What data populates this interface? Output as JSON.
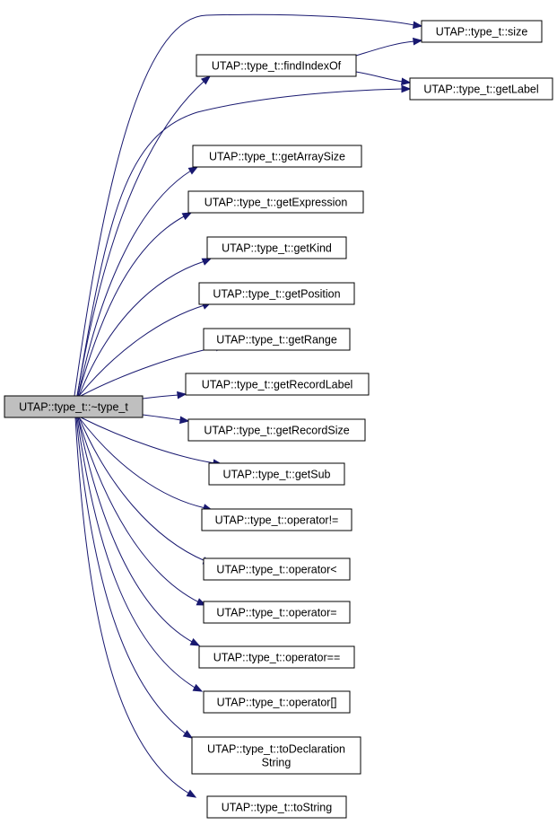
{
  "colors": {
    "root_fill": "#bfbfbf",
    "node_fill": "#ffffff",
    "edge": "#191970"
  },
  "root": {
    "label": "UTAP::type_t::~type_t"
  },
  "nodes": [
    {
      "id": "size",
      "lines": [
        "UTAP::type_t::size"
      ]
    },
    {
      "id": "findIndexOf",
      "lines": [
        "UTAP::type_t::findIndexOf"
      ]
    },
    {
      "id": "getLabel",
      "lines": [
        "UTAP::type_t::getLabel"
      ]
    },
    {
      "id": "getArraySize",
      "lines": [
        "UTAP::type_t::getArraySize"
      ]
    },
    {
      "id": "getExpression",
      "lines": [
        "UTAP::type_t::getExpression"
      ]
    },
    {
      "id": "getKind",
      "lines": [
        "UTAP::type_t::getKind"
      ]
    },
    {
      "id": "getPosition",
      "lines": [
        "UTAP::type_t::getPosition"
      ]
    },
    {
      "id": "getRange",
      "lines": [
        "UTAP::type_t::getRange"
      ]
    },
    {
      "id": "getRecordLabel",
      "lines": [
        "UTAP::type_t::getRecordLabel"
      ]
    },
    {
      "id": "getRecordSize",
      "lines": [
        "UTAP::type_t::getRecordSize"
      ]
    },
    {
      "id": "getSub",
      "lines": [
        "UTAP::type_t::getSub"
      ]
    },
    {
      "id": "operator-ne",
      "lines": [
        "UTAP::type_t::operator!="
      ]
    },
    {
      "id": "operator-lt",
      "lines": [
        "UTAP::type_t::operator<"
      ]
    },
    {
      "id": "operator-assign",
      "lines": [
        "UTAP::type_t::operator="
      ]
    },
    {
      "id": "operator-eq",
      "lines": [
        "UTAP::type_t::operator=="
      ]
    },
    {
      "id": "operator-index",
      "lines": [
        "UTAP::type_t::operator[]"
      ]
    },
    {
      "id": "toDeclarationString",
      "lines": [
        "UTAP::type_t::toDeclaration",
        "String"
      ]
    },
    {
      "id": "toString",
      "lines": [
        "UTAP::type_t::toString"
      ]
    }
  ],
  "edges": [
    {
      "from": "root",
      "to": "size"
    },
    {
      "from": "root",
      "to": "findIndexOf"
    },
    {
      "from": "root",
      "to": "getLabel"
    },
    {
      "from": "findIndexOf",
      "to": "size"
    },
    {
      "from": "findIndexOf",
      "to": "getLabel"
    },
    {
      "from": "root",
      "to": "getArraySize"
    },
    {
      "from": "root",
      "to": "getExpression"
    },
    {
      "from": "root",
      "to": "getKind"
    },
    {
      "from": "root",
      "to": "getPosition"
    },
    {
      "from": "root",
      "to": "getRange"
    },
    {
      "from": "root",
      "to": "getRecordLabel"
    },
    {
      "from": "root",
      "to": "getRecordSize"
    },
    {
      "from": "root",
      "to": "getSub"
    },
    {
      "from": "root",
      "to": "operator-ne"
    },
    {
      "from": "root",
      "to": "operator-lt"
    },
    {
      "from": "root",
      "to": "operator-assign"
    },
    {
      "from": "root",
      "to": "operator-eq"
    },
    {
      "from": "root",
      "to": "operator-index"
    },
    {
      "from": "root",
      "to": "toDeclarationString"
    },
    {
      "from": "root",
      "to": "toString"
    }
  ]
}
